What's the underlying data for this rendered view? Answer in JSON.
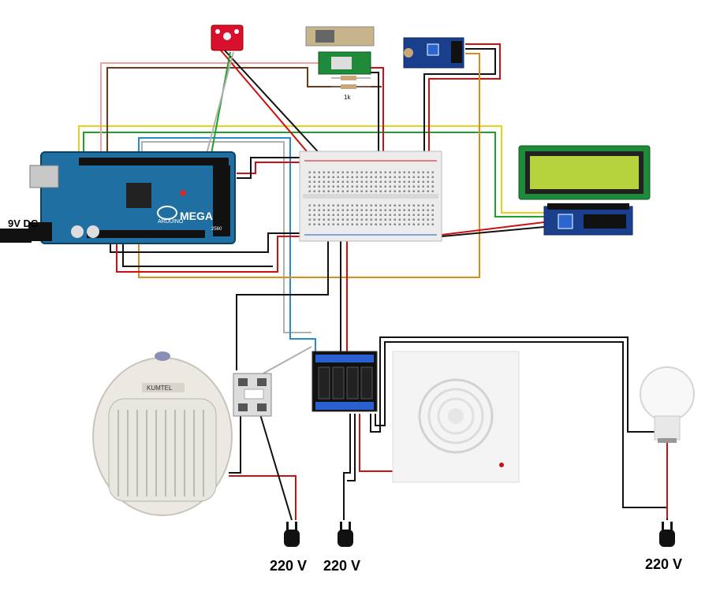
{
  "labels": {
    "power_dc": "9V DC",
    "mains_1": "220 V",
    "mains_2": "220 V",
    "mains_3": "220 V",
    "resistor_value": "1k",
    "board_brand": "ARDUINO",
    "board_model": "MEGA",
    "board_number": "2560",
    "heater_brand": "KUMTEL"
  },
  "colors": {
    "arduino": "#1f6fa3",
    "breadboard": "#ececec",
    "lcd_bezel": "#1f8a3a",
    "lcd_screen": "#b6d23c",
    "i2c": "#1a3f8c",
    "relay": "#111111",
    "ssr": "#dcdcdc",
    "sensor_red": "#d8102e",
    "wire_red": "#d01010",
    "wire_black": "#111111",
    "wire_yellow": "#e6d21a",
    "wire_green": "#1fa02a",
    "wire_orange": "#e08a1c",
    "wire_blue": "#2a8ad0",
    "wire_brown": "#6b3a1a",
    "wire_pink": "#f0a0a0",
    "wire_gray": "#b0b0b0"
  },
  "icons": [
    "arduino-mega-board",
    "breadboard",
    "lcd-1602",
    "i2c-adapter",
    "temperature-sensor",
    "gas-sensor",
    "ldr-module",
    "solid-state-relay",
    "relay-module-4ch",
    "fan-heater",
    "exhaust-fan",
    "light-bulb",
    "mains-plug-icon"
  ]
}
